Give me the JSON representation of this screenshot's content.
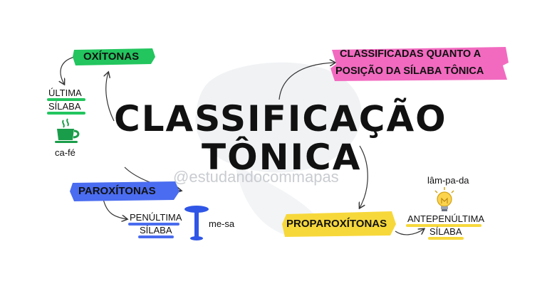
{
  "title": {
    "line1": "CLASSIFICAÇÃO",
    "line2": "TÔNICA"
  },
  "watermark": "@estudandocommapas",
  "classified": {
    "line1": "CLASSIFICADAS QUANTO A",
    "line2": "POSIÇÃO DA SÍLABA TÔNICA",
    "color": "#f26ac0"
  },
  "oxitonas": {
    "label": "OXÍTONAS",
    "color": "#22c55e",
    "syllable_line1": "ÚLTIMA",
    "syllable_line2": "SÍLABA",
    "example": "ca-fé",
    "icon": "coffee-cup-icon"
  },
  "paroxitonas": {
    "label": "PAROXÍTONAS",
    "color": "#4a6cf0",
    "syllable_line1": "PENÚLTIMA",
    "syllable_line2": "SÍLABA",
    "example": "me-sa",
    "icon": "table-icon"
  },
  "proparoxitonas": {
    "label": "PROPAROXÍTONAS",
    "color": "#f7d83b",
    "syllable_line1": "ANTEPENÚLTIMA",
    "syllable_line2": "SÍLABA",
    "example": "lâm-pa-da",
    "icon": "lightbulb-icon"
  }
}
